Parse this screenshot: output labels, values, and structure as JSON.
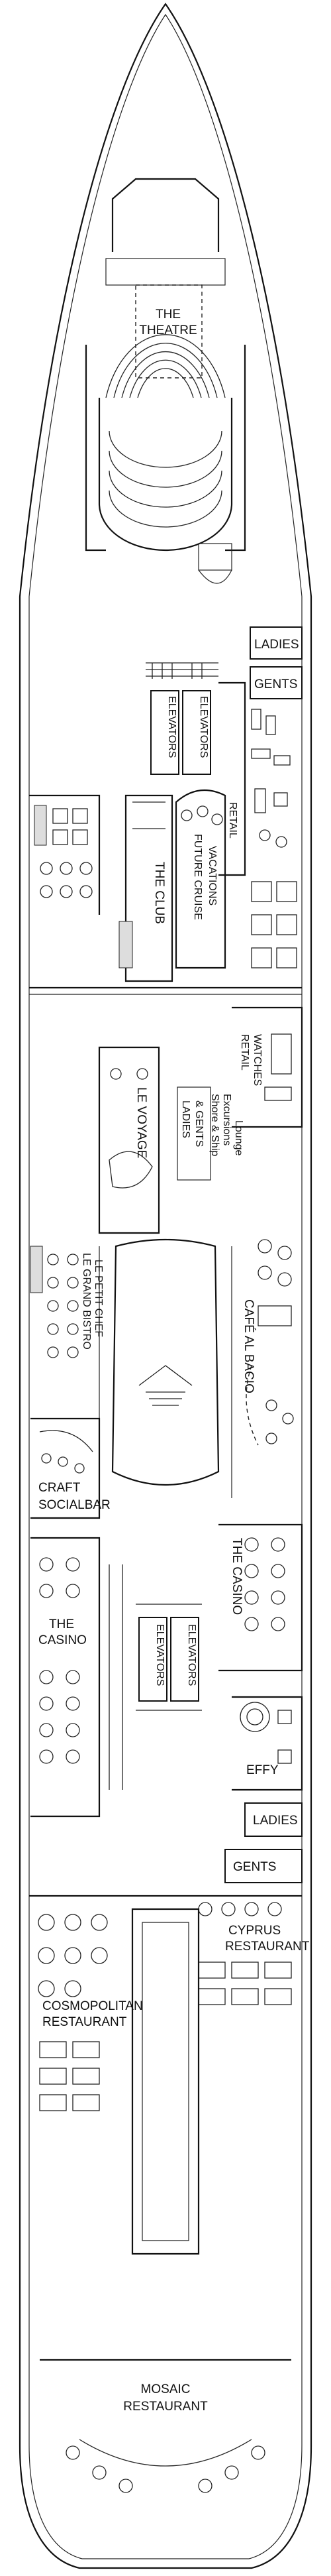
{
  "deck": {
    "labels": {
      "theatre_1": "THE",
      "theatre_2": "THEATRE",
      "ladies_fwd": "LADIES",
      "gents_fwd": "GENTS",
      "elevators_fwd_a": "ELEVATORS",
      "elevators_fwd_b": "ELEVATORS",
      "retail_fwd": "RETAIL",
      "the_club": "THE CLUB",
      "future_cruise": "FUTURE CRUISE",
      "vacations": "VACATIONS",
      "retail_watches_1": "RETAIL",
      "retail_watches_2": "WATCHES",
      "le_voyage": "LE VOYAGE",
      "ladies_gents_1": "LADIES",
      "ladies_gents_2": "& GENTS",
      "shore_ship_1": "Shore & Ship",
      "shore_ship_2": "Excursions",
      "shore_ship_3": "Lounge",
      "le_grand_bistro_1": "LE GRAND BISTRO",
      "le_grand_bistro_2": "LE PETIT CHEF",
      "cafe_al_bacio": "CAFÉ AL BACIO",
      "craft_1": "CRAFT",
      "craft_2": "SOCIALBAR",
      "the_casino_stbd": "THE CASINO",
      "the_casino_port_1": "THE",
      "the_casino_port_2": "CASINO",
      "elevators_aft_a": "ELEVATORS",
      "elevators_aft_b": "ELEVATORS",
      "effy": "EFFY",
      "ladies_aft": "LADIES",
      "gents_aft": "GENTS",
      "cyprus_1": "CYPRUS",
      "cyprus_2": "RESTAURANT",
      "cosmo_1": "COSMOPOLITAN",
      "cosmo_2": "RESTAURANT",
      "mosaic_1": "MOSAIC",
      "mosaic_2": "RESTAURANT"
    }
  }
}
